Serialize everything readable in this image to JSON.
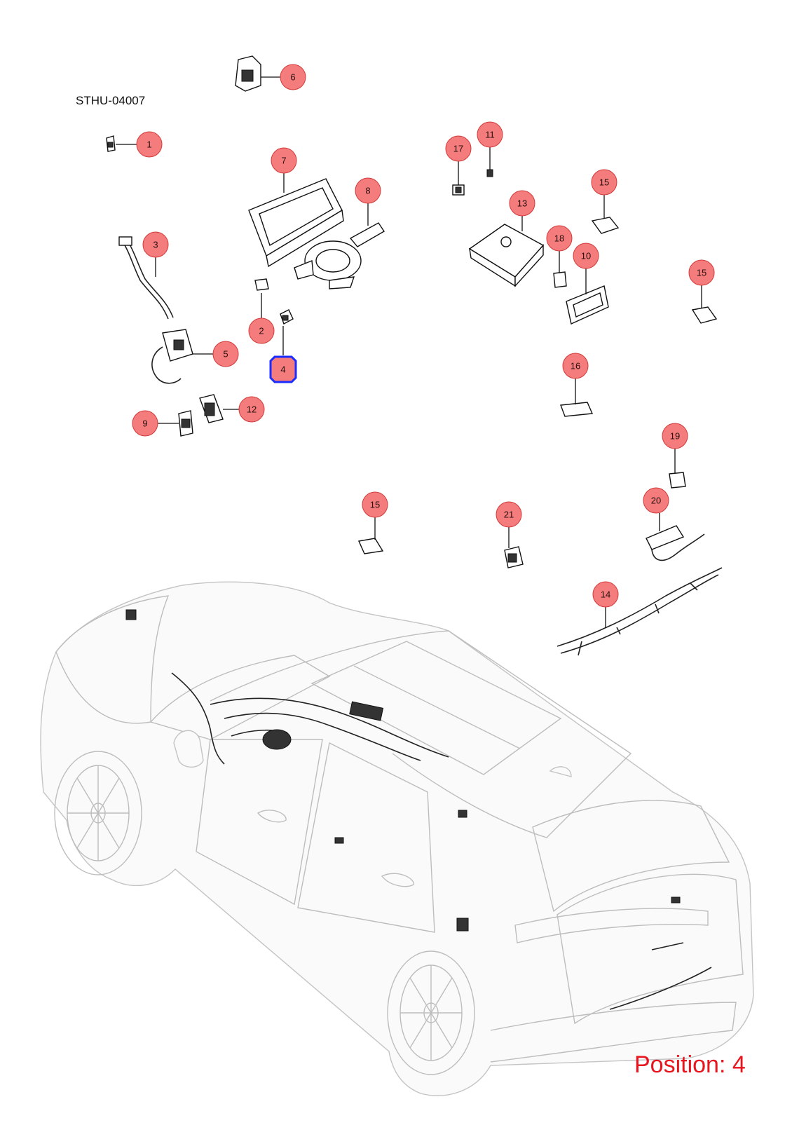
{
  "document": {
    "code": "STHU-04007"
  },
  "position": {
    "label": "Position: 4",
    "selected": "4",
    "color": "#e8141e"
  },
  "callout_color": "#f47c7c",
  "highlight_color": "#1a2cff",
  "callouts": [
    {
      "number": "1"
    },
    {
      "number": "2"
    },
    {
      "number": "3"
    },
    {
      "number": "4"
    },
    {
      "number": "5"
    },
    {
      "number": "6"
    },
    {
      "number": "7"
    },
    {
      "number": "8"
    },
    {
      "number": "9"
    },
    {
      "number": "10"
    },
    {
      "number": "11"
    },
    {
      "number": "12"
    },
    {
      "number": "13"
    },
    {
      "number": "14"
    },
    {
      "number": "15"
    },
    {
      "number": "15"
    },
    {
      "number": "15"
    },
    {
      "number": "16"
    },
    {
      "number": "17"
    },
    {
      "number": "18"
    },
    {
      "number": "19"
    },
    {
      "number": "20"
    },
    {
      "number": "21"
    }
  ]
}
